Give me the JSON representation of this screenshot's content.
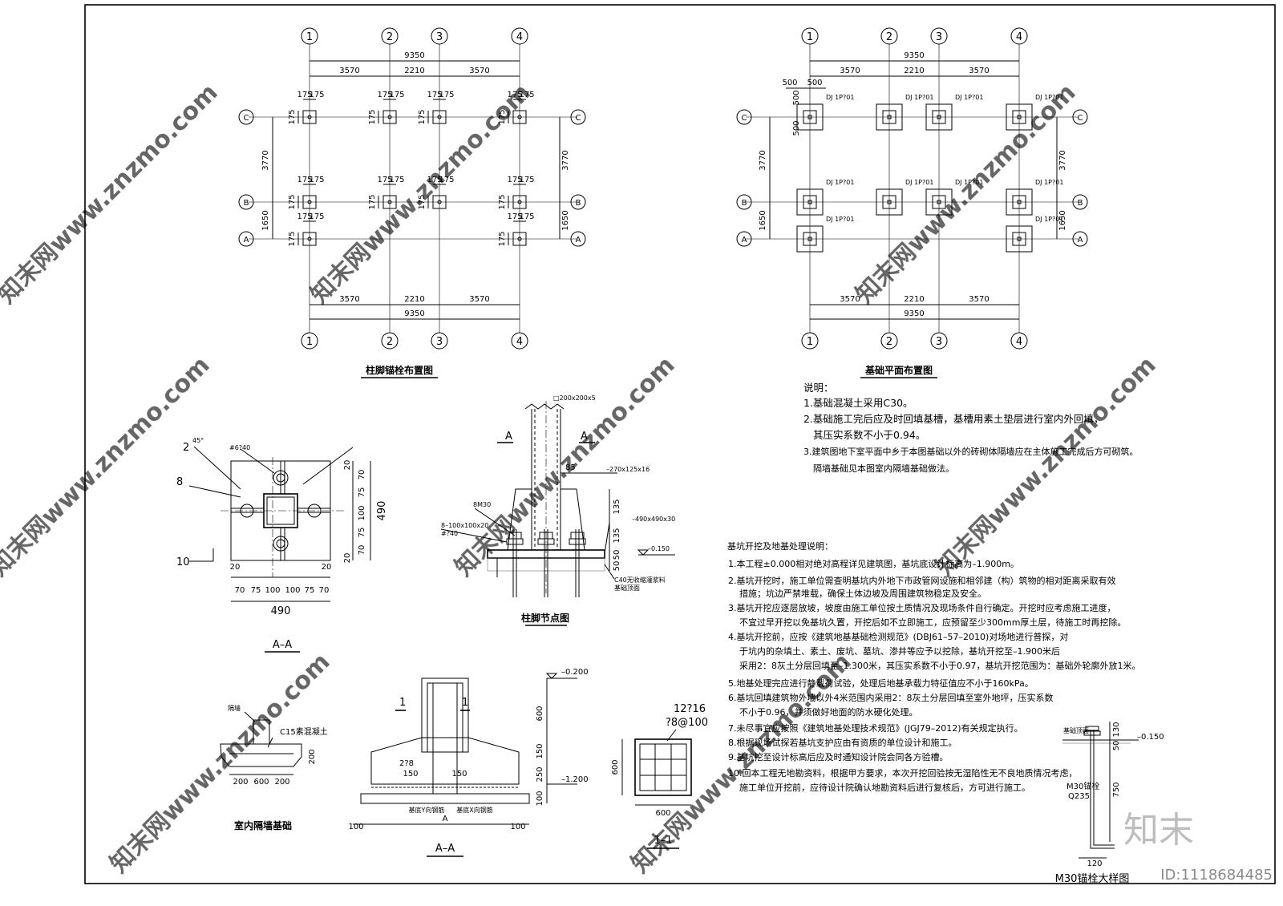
{
  "plan_left": {
    "title": "柱脚锚栓布置图",
    "overall_dim": "9350",
    "bay_dims": [
      "3570",
      "2210",
      "3570"
    ],
    "bolt_dim": "175",
    "row_dims": [
      "3770",
      "1650"
    ],
    "axes_x": [
      "1",
      "2",
      "3",
      "4"
    ],
    "axes_y": [
      "C",
      "B",
      "A"
    ]
  },
  "plan_right": {
    "title": "基础平面布置图",
    "overall_dim": "9350",
    "bay_dims": [
      "3570",
      "2210",
      "3570"
    ],
    "footing_dim": "500",
    "footing_label": "DJ 1P?01",
    "row_dims": [
      "3770",
      "1650"
    ],
    "axes_x": [
      "1",
      "2",
      "3",
      "4"
    ],
    "axes_y": [
      "C",
      "B",
      "A"
    ]
  },
  "notes1": {
    "header": "说明：",
    "items": [
      "1.基础混凝土采用C30。",
      "2.基础施工完后应及时回填基槽，基槽用素土垫层进行室内外回填，",
      "其压实系数不小于0.94。",
      "3.建筑图地下室平面中乡于本图基础以外的砖砌体隔墙应在主体施工完成后方可砌筑。",
      "隔墙基础见本图室内隔墙基础做法。"
    ]
  },
  "plate_detail": {
    "title": "A–A",
    "callouts": [
      "2",
      "8",
      "10"
    ],
    "angle": "45°",
    "hole_label": "#6?40",
    "bottom_dims": [
      "70",
      "75",
      "100",
      "100",
      "75",
      "70"
    ],
    "edge_dims": [
      "20",
      "20"
    ],
    "total": "490",
    "side_dims": [
      "20",
      "70",
      "75",
      "100",
      "75",
      "70",
      "20"
    ],
    "side_total": "490"
  },
  "column_base": {
    "title": "柱脚节点图",
    "col_label": "□200x200x5",
    "section_mark": "A",
    "rib_label": "–270x125x16",
    "rib_offset": "85",
    "bolt_label": "8M30",
    "washer_label": "8–100x100x20",
    "washer_hole": "#?40",
    "plate_label": "–490x490x30",
    "dims_v": [
      "135",
      "135",
      "50",
      "50"
    ],
    "elev": "–0.150",
    "grout_label": "C40无收缩灌浆料",
    "grout_sub": "基础顶面"
  },
  "wall_footing": {
    "title": "室内隔墙基础",
    "conc": "C15素混凝土",
    "wall_note": "隔墙",
    "dims": [
      "200",
      "600",
      "200"
    ],
    "side": "200"
  },
  "footing_section": {
    "title": "A–A",
    "cut_mark": "1",
    "top_elev": "–0.200",
    "bot_elev": "–1.200",
    "heights": [
      "600",
      "150",
      "250",
      "100"
    ],
    "rebar": "2?8",
    "offsets": [
      "150",
      "150"
    ],
    "y_bar": "基底Y向钢筋",
    "x_bar": "基底X向钢筋",
    "base_edges": [
      "100",
      "100"
    ],
    "base_label": "A"
  },
  "pier_section": {
    "title": "1–1",
    "bars": "12?16",
    "ties": "?8@100",
    "size": "600",
    "side": "600"
  },
  "notes2": {
    "header": "基坑开挖及地基处理说明：",
    "items": [
      "1.本工程±0.000相对绝对高程详见建筑图，基坑底设计标高为–1.900m。",
      "2.基坑开挖时，施工单位需查明基坑内外地下市政管网设施和相邻建（构）筑物的相对距离采取有效",
      "措施；坑边严禁堆载，确保土体边坡及周围建筑物稳定及安全。",
      "3.基坑开挖应逐层放坡，坡度由施工单位按土质情况及现场条件自行确定。开挖时应考虑施工进度，",
      "不宜过早开挖以免基坑久置，开挖后如不立即施工，应预留至少300mm厚土层，待施工时再挖除。",
      "4.基坑开挖前，应按《建筑地基基础检测规范》(DBJ61–57–2010)对场地进行普探，对",
      "于坑内的杂填土、素土、废坑、墓坑、渗井等应予以挖除，基坑开挖至–1.900米后",
      "采用2：8灰土分层回填至–1.300米，其压实系数不小于0.97，基坑开挖范围为：基础外轮廓外放1米。",
      "5.地基处理完应进行静载荷试验，处理后地基承载力特征值应不小于160kPa。",
      "6.基坑回填建筑物外墙以外4米范围内采用2：8灰土分层回填至室外地坪，压实系数",
      "不小于0.96，并须做好地面的防水硬化处理。",
      "7.未尽事宜应按照《建筑地基处理技术规范》(JGJ79–2012)有关规定执行。",
      "8.根据现场试探若基坑支护应由有资质的单位设计和施工。",
      "9.基坑挖至设计标高后应及时通知设计院会同各方验槽。",
      "10.回本工程无地勘资料，根据甲方要求，本次开挖回验按无湿陷性无不良地质情况考虑，",
      "施工单位开挖前，应待设计院确认地勘资料后进行复核后，方可进行施工。"
    ]
  },
  "bolt_detail": {
    "title": "M30锚栓大样图",
    "top_label": "基础顶面",
    "elev": "–0.150",
    "dims": [
      "130",
      "50",
      "750"
    ],
    "spec1": "M30锚栓",
    "spec2": "Q235",
    "bottom": "120"
  },
  "watermark": {
    "text": "知末网www.znzmo.com",
    "logo": "知末",
    "id": "ID:1118684485"
  }
}
